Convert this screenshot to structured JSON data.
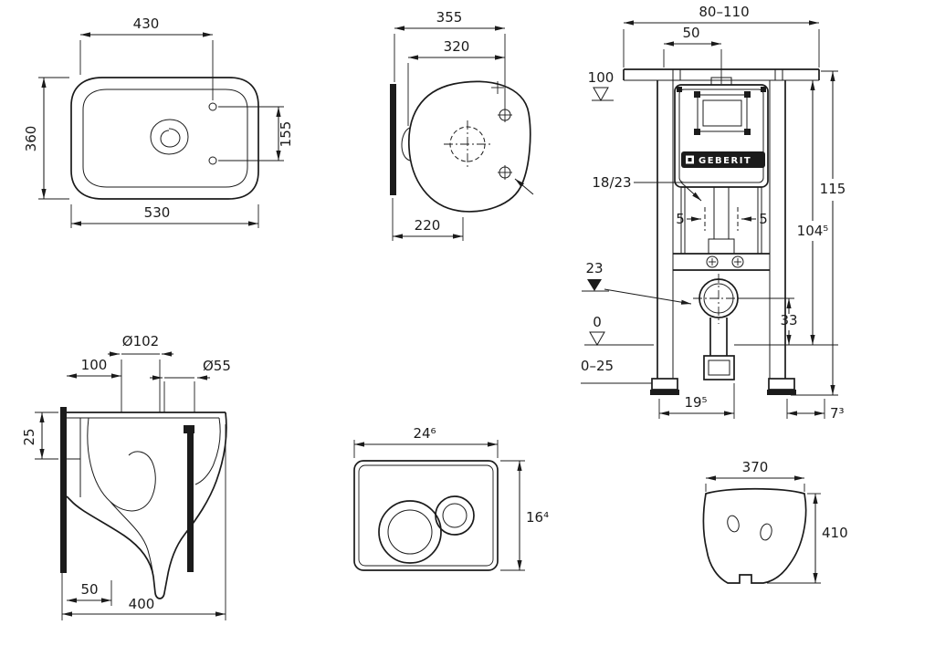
{
  "sheet": {
    "background": "#ffffff",
    "line_color": "#1b1b1b"
  },
  "views": {
    "bowl_top": {
      "dim_width_back": "430",
      "dim_depth": "360",
      "dim_width_full": "530",
      "dim_hole_spacing": "155"
    },
    "bowl_back": {
      "dim_total": "355",
      "dim_inner": "320",
      "dim_lower": "220"
    },
    "frame": {
      "brand": "GEBERIT",
      "dim_rail_range": "80–110",
      "dim_center": "50",
      "level_top": "100",
      "dim_height_total": "115",
      "dim_height_frame": "104⁵",
      "dim_flush_bend": "18/23",
      "dim_offset_left": "5",
      "dim_offset_right": "5",
      "level_outlet": "23",
      "dim_outlet_height": "33",
      "level_zero": "0",
      "dim_floor_range": "0–25",
      "dim_foot_left": "19⁵",
      "dim_foot_right": "7³"
    },
    "bowl_side": {
      "dim_outlet_dia": "Ø102",
      "dim_outlet_offset": "100",
      "dim_flush_dia": "Ø55",
      "dim_rim": "25",
      "dim_trap_offset": "50",
      "dim_depth": "400"
    },
    "plate": {
      "dim_width": "24⁶",
      "dim_height": "16⁴"
    },
    "gasket": {
      "dim_width": "370",
      "dim_height": "410"
    }
  }
}
